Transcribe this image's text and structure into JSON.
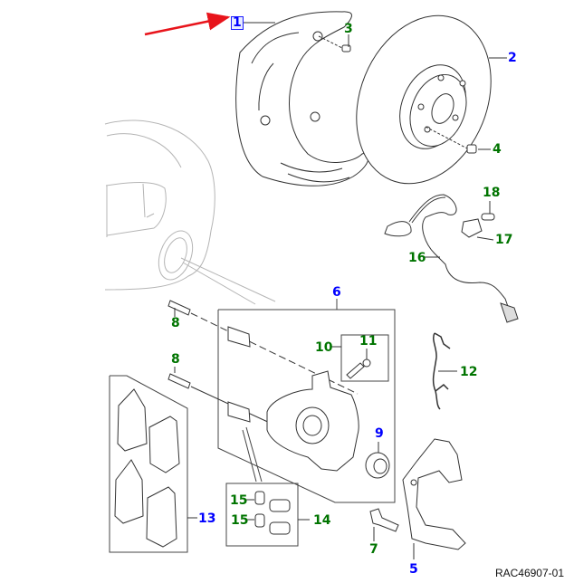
{
  "diagram": {
    "title": "Rear brake components exploded view",
    "reference_code": "RAC46907-01",
    "highlighted_callout": "1",
    "pointer_color": "#e8141b",
    "colors": {
      "assembly_label": "#0000ff",
      "component_label": "#007400",
      "line": "#333333"
    },
    "callouts": [
      {
        "id": "1",
        "part": "brake-disc-shield",
        "kind": "assembly",
        "highlighted": true
      },
      {
        "id": "2",
        "part": "brake-disc",
        "kind": "assembly"
      },
      {
        "id": "3",
        "part": "shield-bolt",
        "kind": "component"
      },
      {
        "id": "4",
        "part": "disc-retaining-screw",
        "kind": "component"
      },
      {
        "id": "5",
        "part": "caliper-carrier",
        "kind": "assembly"
      },
      {
        "id": "6",
        "part": "brake-caliper-assembly",
        "kind": "assembly"
      },
      {
        "id": "7",
        "part": "carrier-bolt",
        "kind": "component"
      },
      {
        "id": "8",
        "part": "guide-pin-bolt",
        "kind": "component"
      },
      {
        "id": "8",
        "part": "guide-pin-bolt-lower",
        "kind": "component"
      },
      {
        "id": "9",
        "part": "piston-seal-kit",
        "kind": "assembly"
      },
      {
        "id": "10",
        "part": "bleed-screw-kit",
        "kind": "component"
      },
      {
        "id": "11",
        "part": "bleed-screw-cap",
        "kind": "component"
      },
      {
        "id": "12",
        "part": "anti-rattle-spring",
        "kind": "component"
      },
      {
        "id": "13",
        "part": "brake-pad-set",
        "kind": "assembly"
      },
      {
        "id": "14",
        "part": "guide-pin-kit",
        "kind": "component"
      },
      {
        "id": "15",
        "part": "guide-pin-boot",
        "kind": "component"
      },
      {
        "id": "15",
        "part": "guide-pin-boot-lower",
        "kind": "component"
      },
      {
        "id": "16",
        "part": "abs-sensor-harness",
        "kind": "component"
      },
      {
        "id": "17",
        "part": "harness-bracket",
        "kind": "component"
      },
      {
        "id": "18",
        "part": "bracket-bolt",
        "kind": "component"
      }
    ]
  }
}
